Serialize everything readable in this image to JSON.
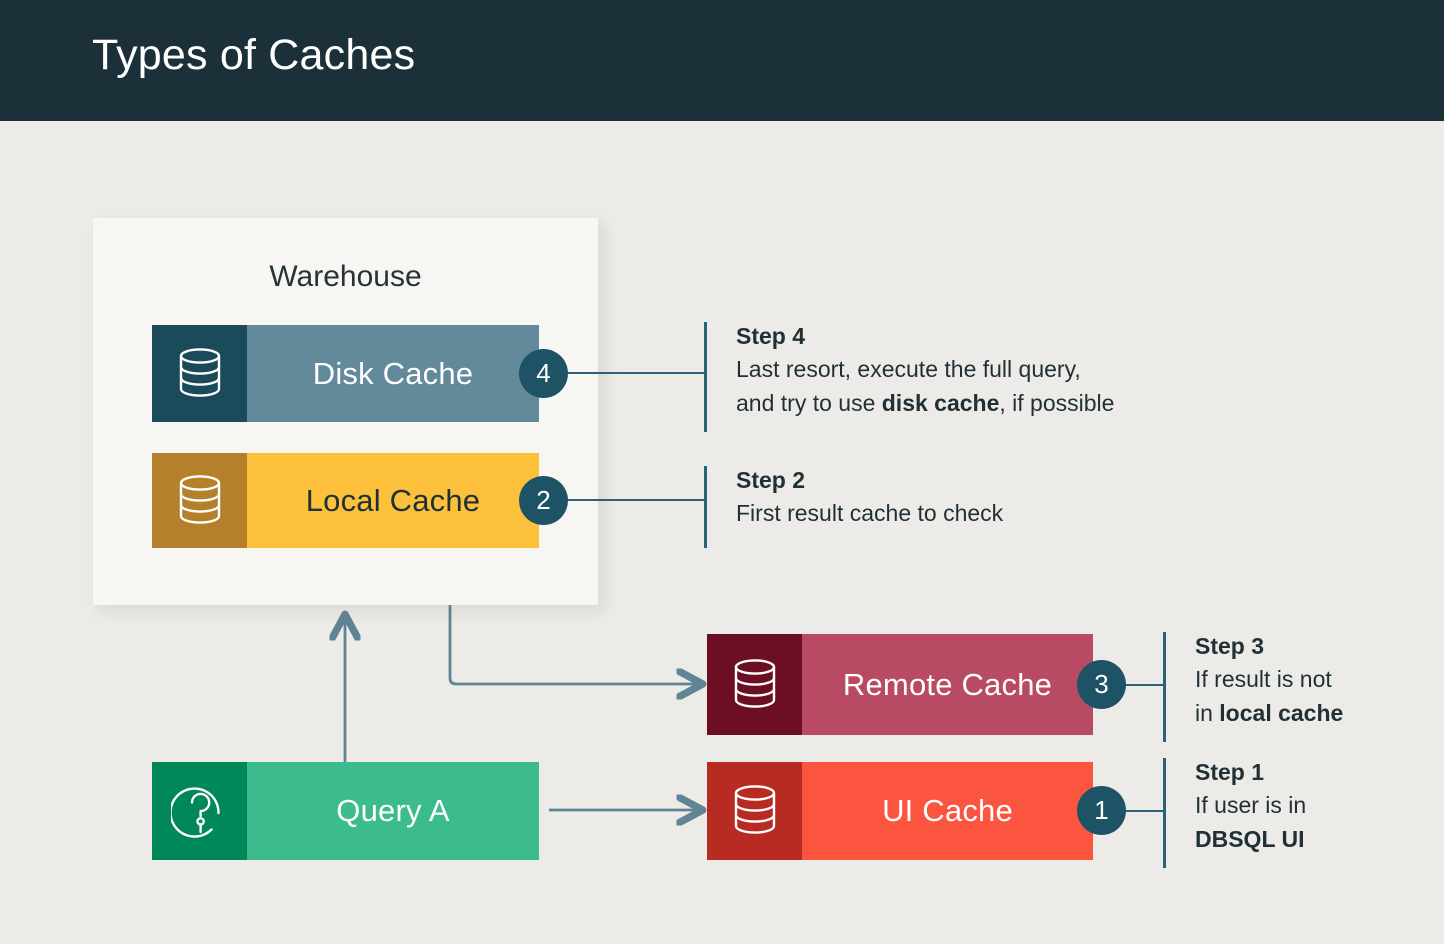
{
  "header": {
    "title": "Types of Caches"
  },
  "theme": {
    "page_bg": "#edebe7",
    "header_bg": "#1c3039",
    "panel_bg": "#f7f6f2",
    "accent_teal": "#2b6275",
    "badge_bg": "#1e5265",
    "arrow": "#5f8493"
  },
  "warehouse": {
    "label": "Warehouse"
  },
  "diagram": {
    "type": "flow",
    "nodes": [
      {
        "id": "disk-cache",
        "label": "Disk Cache",
        "step": "4",
        "icon": "database-icon",
        "icon_bg": "#1b4b5a",
        "body_bg": "#628a9b",
        "text_color": "#ffffff",
        "group": "warehouse"
      },
      {
        "id": "local-cache",
        "label": "Local Cache",
        "step": "2",
        "icon": "database-icon",
        "icon_bg": "#b5802a",
        "body_bg": "#fcc03a",
        "text_color": "#1f3036",
        "group": "warehouse"
      },
      {
        "id": "remote-cache",
        "label": "Remote Cache",
        "step": "3",
        "icon": "database-icon",
        "icon_bg": "#6d0f24",
        "body_bg": "#b94a63",
        "text_color": "#ffffff",
        "group": "external"
      },
      {
        "id": "ui-cache",
        "label": "UI Cache",
        "step": "1",
        "icon": "database-icon",
        "icon_bg": "#b72b23",
        "body_bg": "#fb5540",
        "text_color": "#ffffff",
        "group": "external"
      },
      {
        "id": "query-a",
        "label": "Query A",
        "step": null,
        "icon": "question-circle-icon",
        "icon_bg": "#00875a",
        "body_bg": "#3cbc8d",
        "text_color": "#ffffff",
        "group": "source"
      }
    ],
    "edges": [
      {
        "from": "query-a",
        "to": "warehouse",
        "style": "arrow-up"
      },
      {
        "from": "local-cache",
        "to": "remote-cache",
        "style": "elbow-down-right"
      },
      {
        "from": "query-a",
        "to": "ui-cache",
        "style": "arrow-right"
      }
    ]
  },
  "steps": [
    {
      "id": "step-4",
      "number": "4",
      "title": "Step 4",
      "line1": "Last resort, execute the full query,",
      "line2_prefix": "and try to use ",
      "line2_bold": "disk cache",
      "line2_suffix": ", if possible"
    },
    {
      "id": "step-2",
      "number": "2",
      "title": "Step 2",
      "line1": "First result cache to check",
      "line2_prefix": "",
      "line2_bold": "",
      "line2_suffix": ""
    },
    {
      "id": "step-3",
      "number": "3",
      "title": "Step 3",
      "line1": "If result is not",
      "line2_prefix": "in ",
      "line2_bold": "local cache",
      "line2_suffix": ""
    },
    {
      "id": "step-1",
      "number": "1",
      "title": "Step 1",
      "line1": "If user is in",
      "line2_prefix": "",
      "line2_bold": "DBSQL UI",
      "line2_suffix": ""
    }
  ]
}
